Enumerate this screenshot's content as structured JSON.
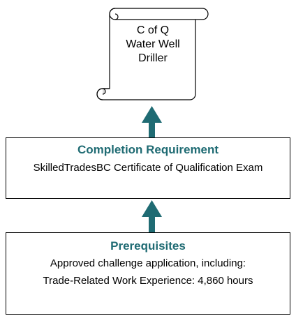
{
  "credential": {
    "lines": [
      "C of Q",
      "Water Well",
      "Driller"
    ]
  },
  "completion": {
    "title": "Completion Requirement",
    "text": "SkilledTradesBC Certificate of Qualification Exam"
  },
  "prerequisites": {
    "title": "Prerequisites",
    "lines": [
      "Approved challenge application, including:",
      "Trade-Related Work Experience: 4,860 hours"
    ]
  },
  "colors": {
    "arrow": "#1f6b73",
    "title": "#1f6b73",
    "border": "#000000"
  }
}
